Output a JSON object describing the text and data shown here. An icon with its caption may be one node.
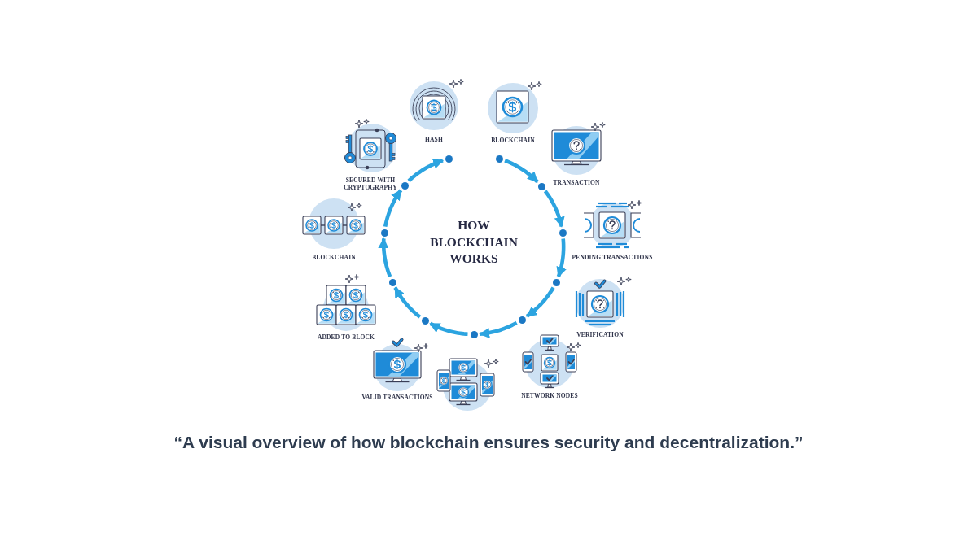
{
  "diagram": {
    "title": "HOW BLOCKCHAIN WORKS",
    "caption": "“A visual overview of how blockchain ensures security and decentralization.”",
    "nodes": [
      {
        "text": [
          "BLOCKCHAIN"
        ]
      },
      {
        "text": [
          "TRANSACTION"
        ]
      },
      {
        "text": [
          "PENDING TRANSACTIONS"
        ]
      },
      {
        "text": [
          "VERIFICATION"
        ]
      },
      {
        "text": [
          "NETWORK NODES"
        ]
      },
      {
        "text": [],
        "shape": "picture"
      },
      {
        "text": [
          "VALID TRANSACTIONS"
        ]
      },
      {
        "text": [
          "ADDED TO BLOCK"
        ]
      },
      {
        "text": [
          "BLOCKCHAIN"
        ]
      },
      {
        "text": [
          "SECURED WITH CRYPTOGRAPHY"
        ]
      },
      {
        "text": [
          "HASH"
        ]
      },
      {
        "text": [],
        "shape": "circle"
      },
      {
        "text": [],
        "shape": "circle"
      },
      {
        "text": [],
        "shape": "circle"
      },
      {
        "text": [],
        "shape": "circle"
      },
      {
        "text": [],
        "shape": "circle"
      },
      {
        "text": [],
        "shape": "circle"
      },
      {
        "text": [],
        "shape": "circle"
      },
      {
        "text": [],
        "shape": "circle"
      },
      {
        "text": [],
        "shape": "circle"
      },
      {
        "text": [],
        "shape": "circle"
      },
      {
        "text": [],
        "shape": "circle"
      }
    ],
    "edges": [
      {
        "from": 11,
        "to": 12,
        "arrow": "to"
      },
      {
        "from": 12,
        "to": 13,
        "arrow": "to"
      },
      {
        "from": 13,
        "to": 14,
        "arrow": "to"
      },
      {
        "from": 14,
        "to": 15,
        "arrow": "to"
      },
      {
        "from": 15,
        "to": 16,
        "arrow": "to"
      },
      {
        "from": 16,
        "to": 17,
        "arrow": "to"
      },
      {
        "from": 17,
        "to": 18,
        "arrow": "to"
      },
      {
        "from": 18,
        "to": 19,
        "arrow": "to"
      },
      {
        "from": 19,
        "to": 20,
        "arrow": "to"
      },
      {
        "from": 20,
        "to": 21,
        "arrow": "to"
      }
    ]
  }
}
